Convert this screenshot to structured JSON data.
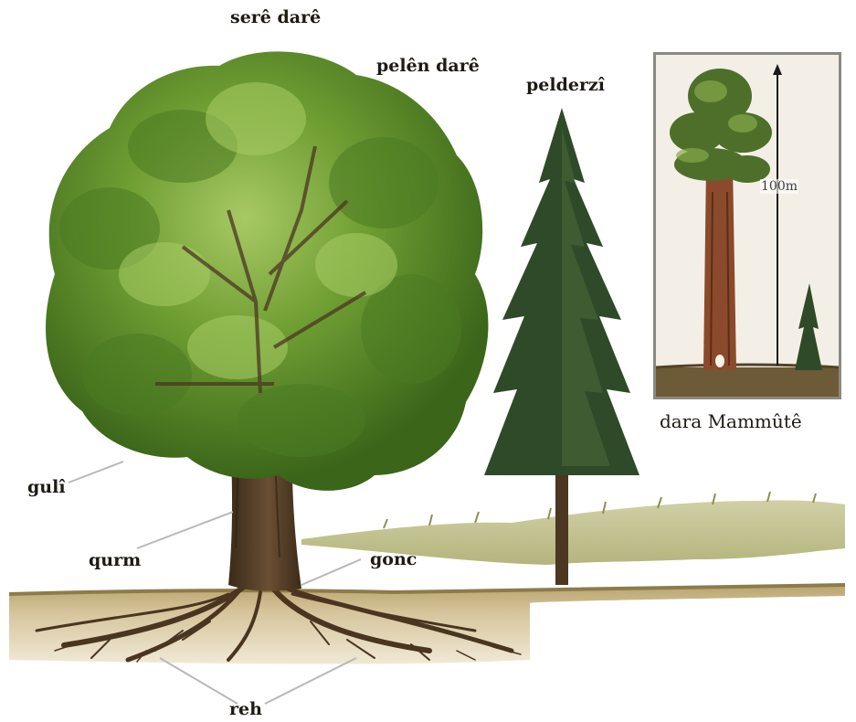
{
  "labels": {
    "crown": "serê darê",
    "branch": "pelên darê",
    "pine": "pelderzî",
    "sequoia": "dara Mammûtê",
    "leaf": "gulî",
    "trunk": "qurm",
    "stem": "gonc",
    "root": "reh",
    "height": "100m"
  },
  "colors": {
    "foliage_dark": "#3f6a1e",
    "foliage_mid": "#6a9a2f",
    "foliage_light": "#9cc15a",
    "trunk": "#4f3a25",
    "pine": "#2f4a28",
    "ground": "#bda878",
    "soil": "#d8c8a4",
    "grass": "#a9ab6a",
    "root": "#4a3520"
  }
}
